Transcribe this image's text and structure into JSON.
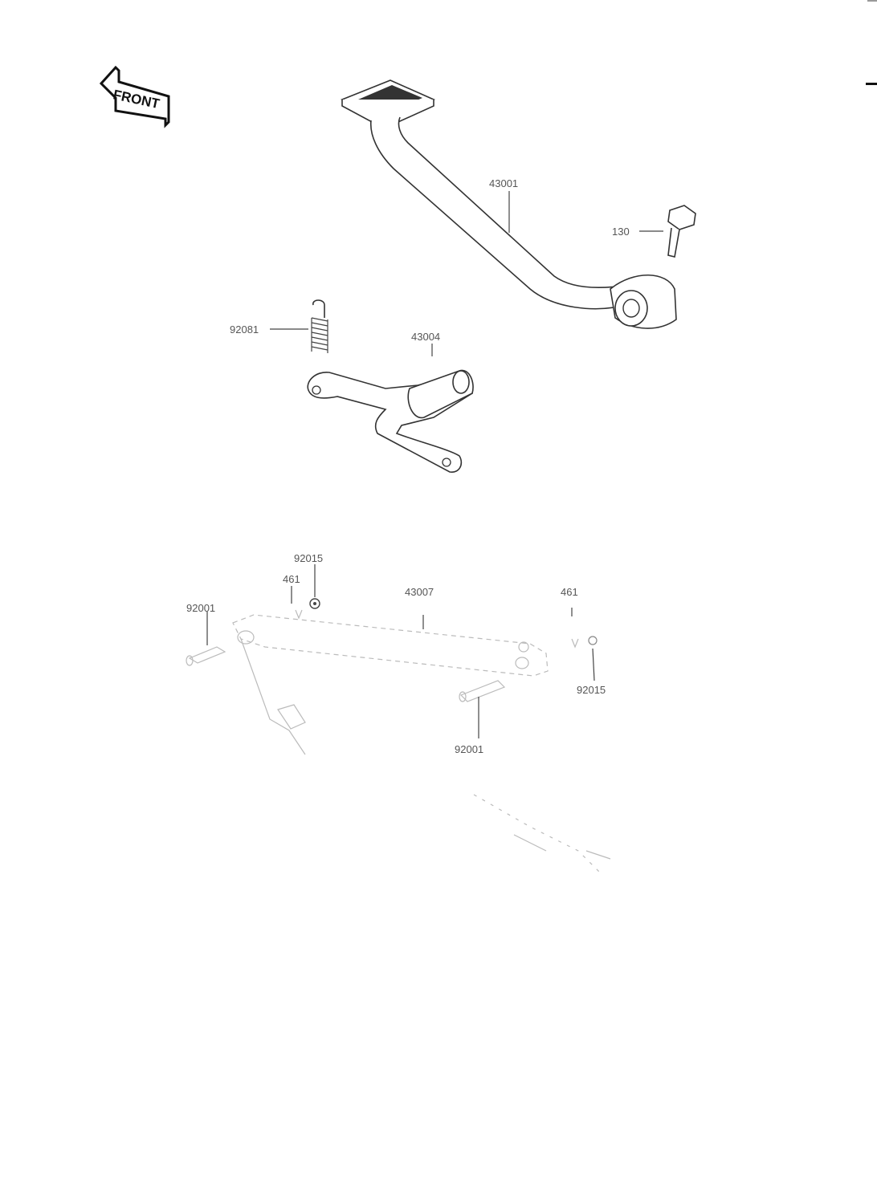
{
  "header": {
    "left_text": "",
    "right_text": ""
  },
  "front_label": "FRONT",
  "callouts": {
    "c43001": "43001",
    "c130": "130",
    "c92081": "92081",
    "c43004": "43004",
    "c92015_top": "92015",
    "c461_left": "461",
    "c43007": "43007",
    "c461_right": "461",
    "c92001_left": "92001",
    "c92015_right": "92015",
    "c92001_bottom": "92001"
  }
}
